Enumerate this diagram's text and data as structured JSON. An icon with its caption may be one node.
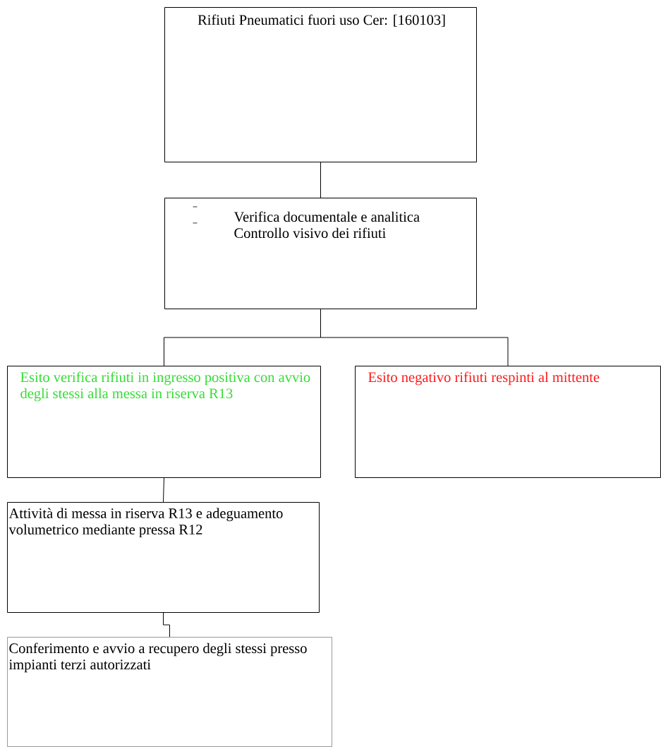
{
  "diagram": {
    "nodes": [
      {
        "text": [
          "Rifiuti Pneumatici fuori uso Cer: [160103]"
        ]
      },
      {
        "text": [
          "Verifica documentale e analitica",
          "Controllo visivo dei rifiuti"
        ]
      },
      {
        "text": [
          "Esito verifica rifiuti in ingresso positiva con avvio degli stessi alla messa in riserva R13"
        ]
      },
      {
        "text": [
          "Esito negativo rifiuti respinti al mittente"
        ]
      },
      {
        "text": [
          "Attività di messa in riserva R13 e adeguamento volumetrico mediante pressa R12"
        ]
      },
      {
        "text": [
          "Conferimento e avvio a recupero degli stessi presso impianti terzi autorizzati"
        ]
      }
    ],
    "edges": [
      {
        "from": 0,
        "to": 1,
        "arrow": "none"
      },
      {
        "from": 1,
        "to": 2,
        "arrow": "none"
      },
      {
        "from": 1,
        "to": 3,
        "arrow": "none"
      },
      {
        "from": 2,
        "to": 4,
        "arrow": "none"
      },
      {
        "from": 4,
        "to": 5,
        "arrow": "none"
      }
    ]
  }
}
